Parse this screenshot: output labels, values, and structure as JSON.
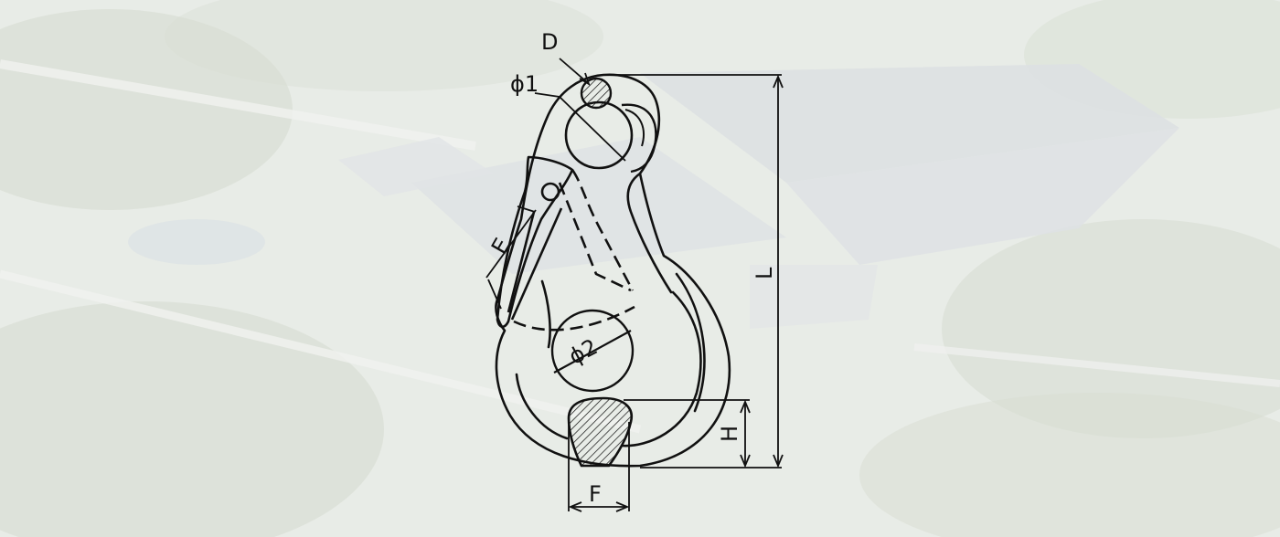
{
  "diagram": {
    "subject": "eye-hook-with-safety-latch",
    "dimension_labels": {
      "D": "D",
      "phi1": "ϕ1",
      "phi2": "ϕ2",
      "E": "E",
      "L": "L",
      "H": "H",
      "F": "F"
    }
  },
  "colors": {
    "line": "#111111",
    "background_overlay": "#eef1ee",
    "greenery": "#a9b8a0",
    "roofs": "#c9d0d6"
  }
}
